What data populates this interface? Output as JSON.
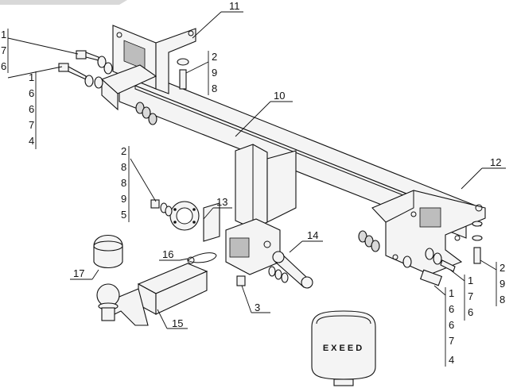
{
  "callouts": {
    "c11": "11",
    "c10": "10",
    "c12": "12",
    "c13": "13",
    "c14": "14",
    "c15": "15",
    "c16": "16",
    "c17": "17",
    "c3": "3",
    "left_top_stack": [
      "1",
      "7",
      "6"
    ],
    "left_mid_stack": [
      "1",
      "6",
      "6",
      "7",
      "4"
    ],
    "washer_stack_top": [
      "2",
      "9",
      "8"
    ],
    "bracket_bolt_stack": [
      "2",
      "8",
      "8",
      "9",
      "5"
    ],
    "right_mid_stack": [
      "1",
      "7",
      "6"
    ],
    "right_bottom_stack": [
      "1",
      "6",
      "6",
      "7",
      "4"
    ],
    "right_side_stack": [
      "2",
      "9",
      "8"
    ]
  },
  "logo": {
    "text": "EXEED"
  },
  "colors": {
    "ink": "#111111",
    "fill": "#f4f4f4",
    "shade": "#bdbdbd"
  }
}
